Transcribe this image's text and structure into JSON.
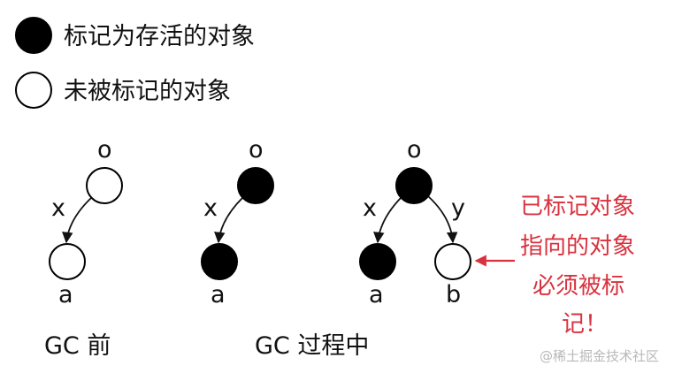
{
  "legend": {
    "marked": "标记为存活的对象",
    "unmarked": "未被标记的对象"
  },
  "before": {
    "root": "o",
    "edge": "x",
    "child": "a",
    "caption": "GC 前"
  },
  "during": {
    "root": "o",
    "edge": "x",
    "child": "a",
    "caption": "GC 过程中"
  },
  "third": {
    "root": "o",
    "edge_left": "x",
    "edge_right": "y",
    "child_left": "a",
    "child_right": "b"
  },
  "annotation": {
    "line1": "已标记对象",
    "line2": "指向的对象",
    "line3": "必须被标",
    "line4": "记！"
  },
  "watermark": "@稀土掘金技术社区",
  "colors": {
    "node_fill_marked": "#000000",
    "node_fill_unmarked": "#ffffff",
    "annotation": "#d9323f"
  }
}
